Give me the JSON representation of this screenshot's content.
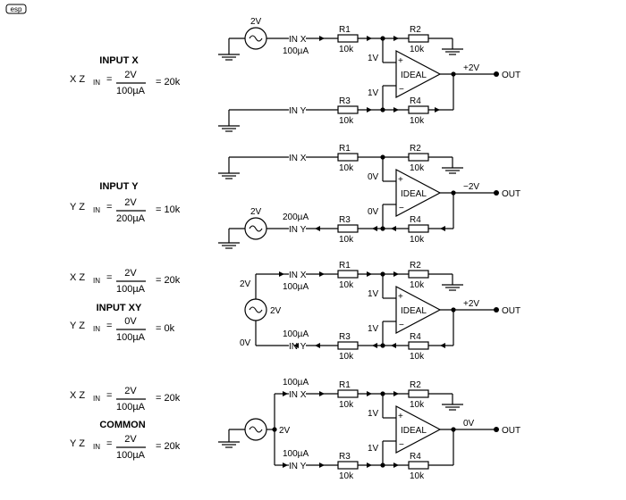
{
  "logo": "esp",
  "common": {
    "in_x": "IN X",
    "in_y": "IN Y",
    "r1": "R1",
    "r2": "R2",
    "r3": "R3",
    "r4": "R4",
    "r_value": "10k",
    "ideal": "IDEAL",
    "out": "OUT",
    "plus": "+",
    "minus": "−",
    "z_prefix_x": "X Z",
    "z_prefix_y": "Y Z",
    "z_sub": "IN",
    "z_eq": "="
  },
  "sections": [
    {
      "title": "INPUT X",
      "equations": [
        {
          "prefix": "X Z",
          "num": "2V",
          "den": "100µA",
          "result": "= 20k"
        }
      ],
      "source_label": "2V",
      "current_x": "100µA",
      "current_y": "",
      "node_x": "1V",
      "node_y": "1V",
      "output": "+2V"
    },
    {
      "title": "INPUT Y",
      "equations": [
        {
          "prefix": "Y Z",
          "num": "2V",
          "den": "200µA",
          "result": "= 10k"
        }
      ],
      "source_label": "2V",
      "current_x": "",
      "current_y": "200µA",
      "node_x": "0V",
      "node_y": "0V",
      "output": "−2V"
    },
    {
      "title": "INPUT XY",
      "equations": [
        {
          "prefix": "X Z",
          "num": "2V",
          "den": "100µA",
          "result": "= 20k"
        },
        {
          "prefix": "Y Z",
          "num": "0V",
          "den": "100µA",
          "result": "= 0k"
        }
      ],
      "source_label": "2V",
      "source_top": "2V",
      "source_bottom": "0V",
      "current_x": "100µA",
      "current_y": "100µA",
      "node_x": "1V",
      "node_y": "1V",
      "output": "+2V"
    },
    {
      "title": "COMMON",
      "equations": [
        {
          "prefix": "X Z",
          "num": "2V",
          "den": "100µA",
          "result": "= 20k"
        },
        {
          "prefix": "Y Z",
          "num": "2V",
          "den": "100µA",
          "result": "= 20k"
        }
      ],
      "source_label": "2V",
      "current_x": "100µA",
      "current_y": "100µA",
      "node_x": "1V",
      "node_y": "1V",
      "output": "0V"
    }
  ]
}
